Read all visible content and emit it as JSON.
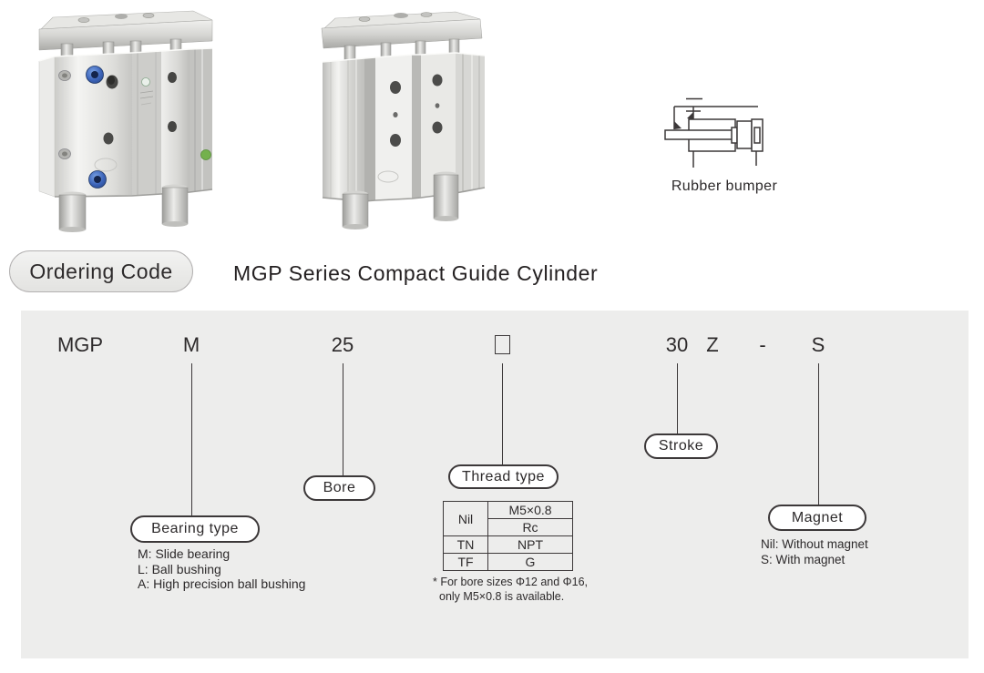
{
  "header": {
    "badge": "Ordering Code",
    "title": "MGP Series Compact Guide Cylinder"
  },
  "schematic": {
    "label": "Rubber bumper"
  },
  "ordering": {
    "model": "MGP",
    "bearing": "M",
    "bore": "25",
    "thread_placeholder": "empty-box",
    "stroke": "30",
    "suffix": "Z",
    "dash": "-",
    "magnet": "S"
  },
  "callouts": {
    "bearing": {
      "label": "Bearing type",
      "options": [
        "M: Slide bearing",
        "L: Ball bushing",
        "A: High precision ball bushing"
      ]
    },
    "bore": {
      "label": "Bore"
    },
    "thread": {
      "label": "Thread type",
      "table": {
        "nil": "Nil",
        "m5": "M5×0.8",
        "rc": "Rc",
        "tn": "TN",
        "npt": "NPT",
        "tf": "TF",
        "g": "G"
      },
      "note1": "* For bore sizes Φ12 and Φ16,",
      "note2": "only M5×0.8 is available."
    },
    "stroke": {
      "label": "Stroke"
    },
    "magnet": {
      "label": "Magnet",
      "options": [
        "Nil: Without magnet",
        "S: With magnet"
      ]
    }
  },
  "colors": {
    "panel_bg": "#ededec",
    "line": "#3c3839",
    "text": "#2d2a2b",
    "fitting_blue": "#3b63b8",
    "indicator_green": "#74b14d"
  }
}
